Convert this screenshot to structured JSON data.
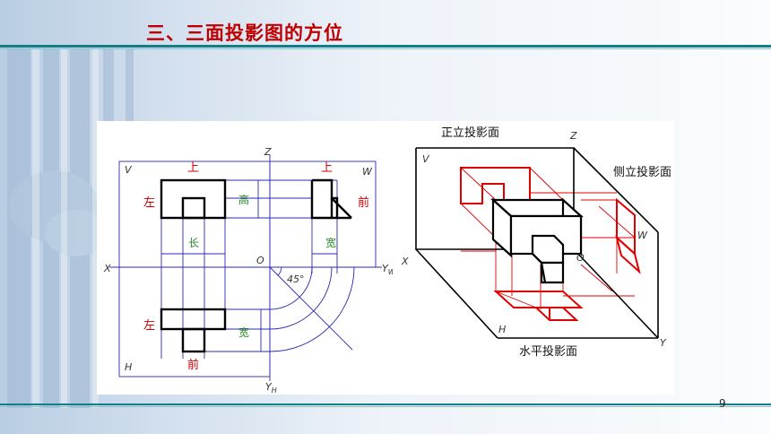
{
  "slide": {
    "title": "三、三面投影图的方位",
    "page_number": "9"
  },
  "left_diagram": {
    "axis_labels": {
      "z": "Z",
      "x": "X",
      "o": "O",
      "yw": "Y",
      "yw_sub": "W",
      "yh": "Y",
      "yh_sub": "H"
    },
    "plane_labels": {
      "v": "V",
      "w": "W",
      "h": "H"
    },
    "front_view": {
      "top": "上",
      "left": "左",
      "height": "高",
      "length": "长"
    },
    "side_view": {
      "top": "上",
      "front": "前",
      "width": "宽"
    },
    "top_view": {
      "left": "左",
      "front": "前",
      "width": "宽"
    },
    "angle": "45°"
  },
  "right_diagram": {
    "labels": {
      "front_plane": "正立投影面",
      "side_plane": "侧立投影面",
      "horizontal_plane": "水平投影面",
      "v": "V",
      "w": "W",
      "h": "H",
      "x": "X",
      "y": "Y",
      "z": "Z",
      "o": "O"
    }
  },
  "colors": {
    "title": "#c00000",
    "band": "#0f7f8a",
    "red_projection": "#e00000",
    "green_label": "#2a8a2a"
  }
}
